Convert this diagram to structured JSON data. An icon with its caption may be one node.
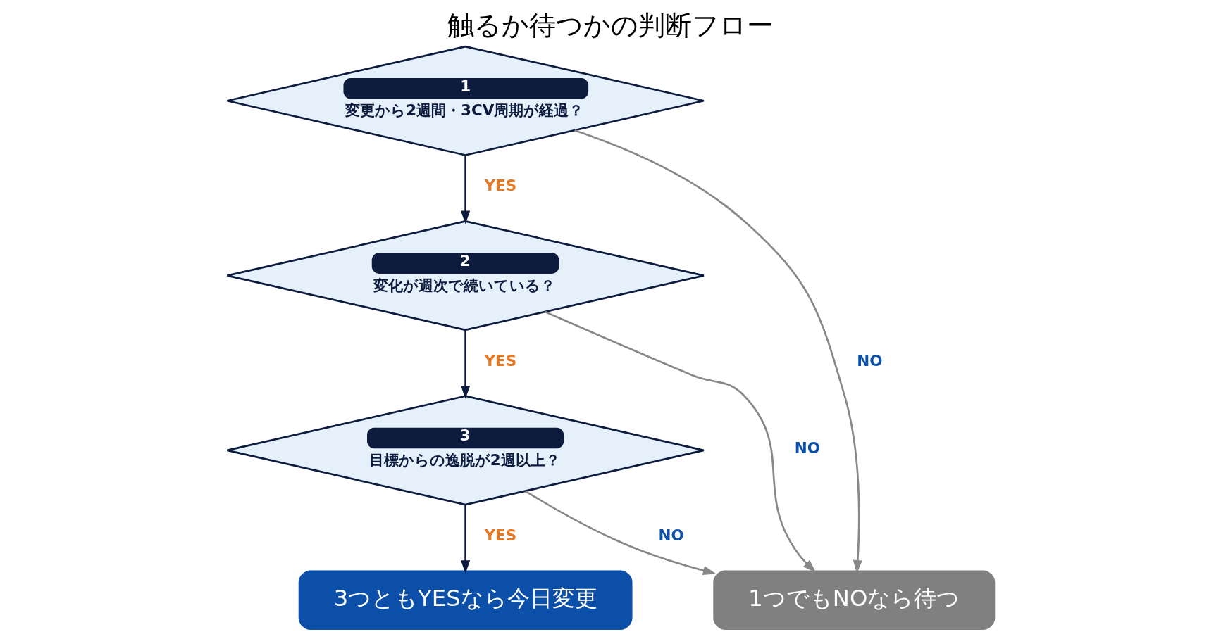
{
  "diagram": {
    "title": "触るか待つかの判断フロー",
    "nodes": [
      {
        "text": [
          "1",
          "変更から2週間・3CV周期が経過？"
        ]
      },
      {
        "text": [
          "2",
          "変化が週次で続いている？"
        ]
      },
      {
        "text": [
          "3",
          "目標からの逸脱が2週以上？"
        ]
      },
      {
        "text": [
          "3つともYESなら今日変更"
        ]
      },
      {
        "text": [
          "1つでもNOなら待つ"
        ]
      }
    ],
    "edges": [
      {
        "from": 0,
        "to": 1,
        "arrow": "to",
        "label": "YES"
      },
      {
        "from": 1,
        "to": 2,
        "arrow": "to",
        "label": "YES"
      },
      {
        "from": 2,
        "to": 3,
        "arrow": "to",
        "label": "YES"
      },
      {
        "from": 0,
        "to": 4,
        "arrow": "to",
        "label": "NO",
        "color": "#888888"
      },
      {
        "from": 1,
        "to": 4,
        "arrow": "to",
        "label": "NO",
        "color": "#888888"
      },
      {
        "from": 2,
        "to": 4,
        "arrow": "to",
        "label": "NO",
        "color": "#888888"
      }
    ]
  }
}
